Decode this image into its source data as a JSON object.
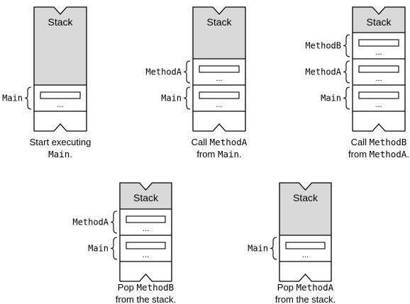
{
  "common": {
    "stack_label": "Stack",
    "dots": "..."
  },
  "panels": [
    {
      "frames": [
        "Main"
      ],
      "caption": [
        [
          {
            "t": "Start executing",
            "m": false
          }
        ],
        [
          {
            "t": "Main",
            "m": true
          },
          {
            "t": ".",
            "m": false
          }
        ]
      ]
    },
    {
      "frames": [
        "MethodA",
        "Main"
      ],
      "caption": [
        [
          {
            "t": "Call ",
            "m": false
          },
          {
            "t": "MethodA",
            "m": true
          }
        ],
        [
          {
            "t": "from ",
            "m": false
          },
          {
            "t": "Main",
            "m": true
          },
          {
            "t": ".",
            "m": false
          }
        ]
      ]
    },
    {
      "frames": [
        "MethodB",
        "MethodA",
        "Main"
      ],
      "caption": [
        [
          {
            "t": "Call ",
            "m": false
          },
          {
            "t": "MethodB",
            "m": true
          }
        ],
        [
          {
            "t": "from ",
            "m": false
          },
          {
            "t": "MethodA",
            "m": true
          },
          {
            "t": ".",
            "m": false
          }
        ]
      ]
    },
    {
      "frames": [
        "MethodA",
        "Main"
      ],
      "caption": [
        [
          {
            "t": "Pop ",
            "m": false
          },
          {
            "t": "MethodB",
            "m": true
          }
        ],
        [
          {
            "t": "from the stack.",
            "m": false
          }
        ]
      ]
    },
    {
      "frames": [
        "Main"
      ],
      "caption": [
        [
          {
            "t": "Pop ",
            "m": false
          },
          {
            "t": "MethodA",
            "m": true
          }
        ],
        [
          {
            "t": "from the stack.",
            "m": false
          }
        ]
      ]
    }
  ]
}
